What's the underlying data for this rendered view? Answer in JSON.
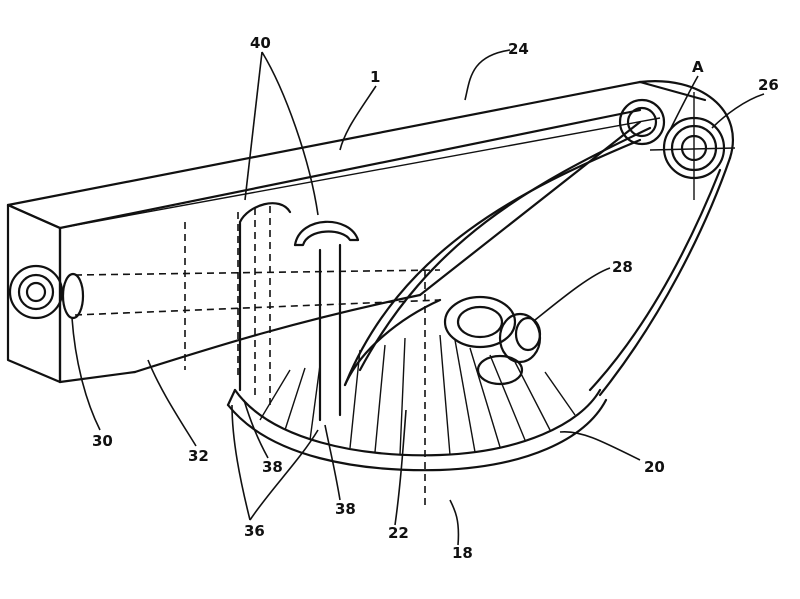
{
  "reference_labels": {
    "label_40": "40",
    "label_1": "1",
    "label_24": "24",
    "label_A": "A",
    "label_26": "26",
    "label_28": "28",
    "label_30": "30",
    "label_32": "32",
    "label_38a": "38",
    "label_38b": "38",
    "label_36": "36",
    "label_22": "22",
    "label_18": "18",
    "label_20": "20"
  }
}
